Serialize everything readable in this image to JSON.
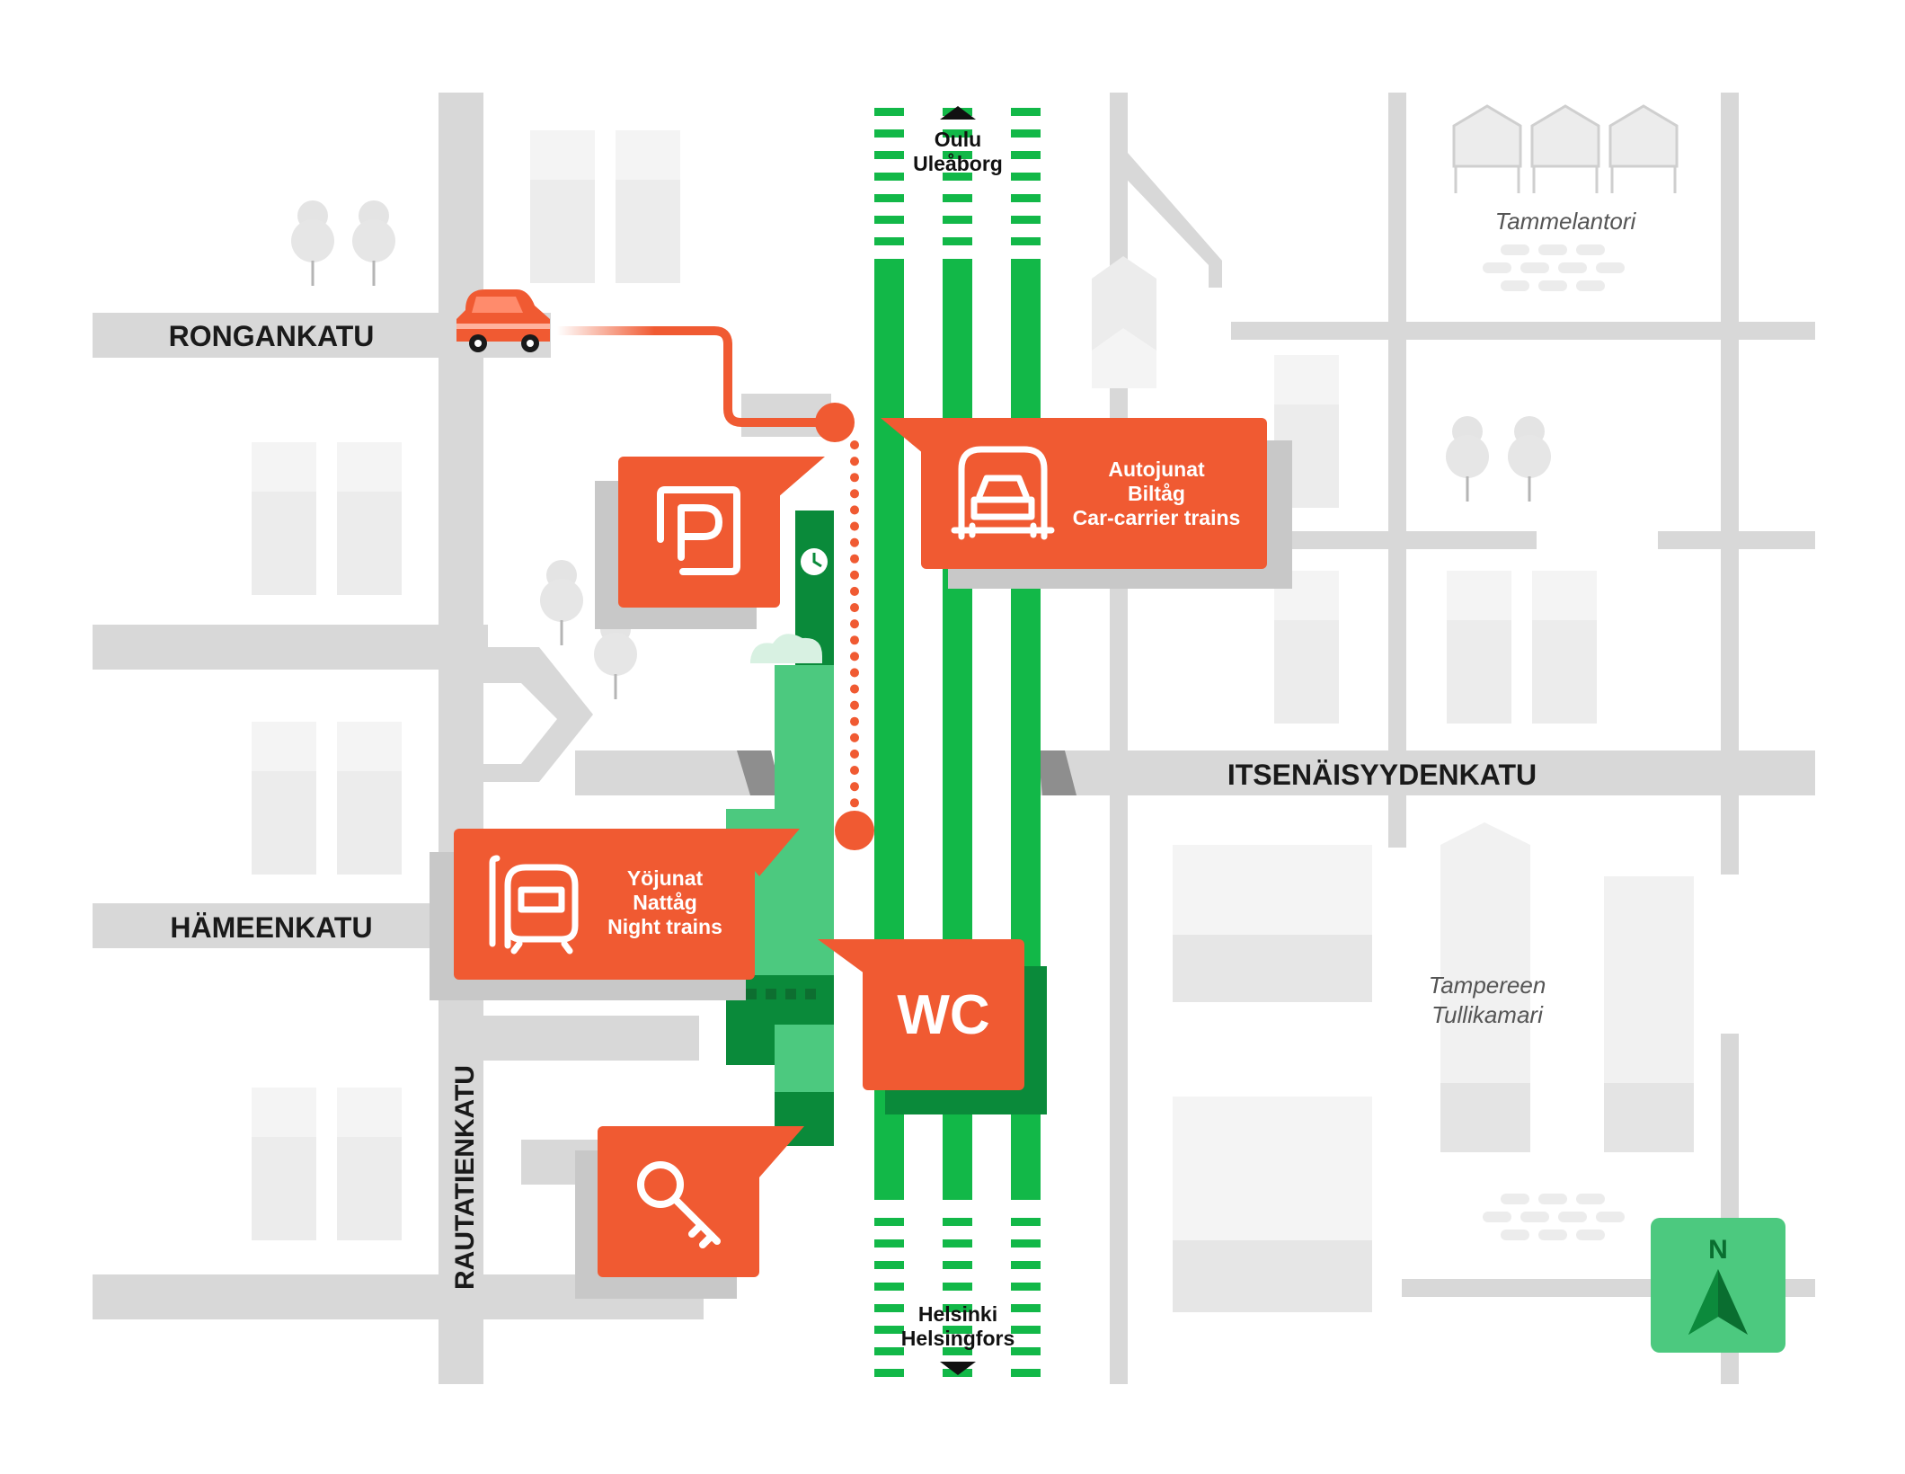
{
  "streets": {
    "ronkankatu": "RONGANKATU",
    "hameenkatu": "HÄMEENKATU",
    "itsenaisyydenkatu": "ITSENÄISYYDENKATU",
    "rautatienkatu": "RAUTATIENKATU"
  },
  "places": {
    "tammelantori": "Tammelantori",
    "tullikamari_line1": "Tampereen",
    "tullikamari_line2": "Tullikamari"
  },
  "destinations": {
    "north_line1": "Oulu",
    "north_line2": "Uleåborg",
    "south_line1": "Helsinki",
    "south_line2": "Helsingfors"
  },
  "callouts": {
    "car_trains": {
      "line1": "Autojunat",
      "line2": "Biltåg",
      "line3": "Car-carrier trains",
      "icon": "car-carrier-train-icon"
    },
    "night_trains": {
      "line1": "Yöjunat",
      "line2": "Nattåg",
      "line3": "Night trains",
      "icon": "night-train-icon"
    },
    "parking": {
      "icon": "parking-icon"
    },
    "wc": {
      "label": "WC"
    },
    "key": {
      "icon": "key-icon"
    }
  },
  "compass": {
    "label": "N",
    "icon": "north-arrow-icon"
  },
  "colors": {
    "orange": "#f05a32",
    "green": "#12b848",
    "station_green": "#4cc97f",
    "dark_green": "#0a8a3a",
    "road": "#d9d9d9",
    "building": "#ececec",
    "shadow": "#c8c8c8"
  }
}
